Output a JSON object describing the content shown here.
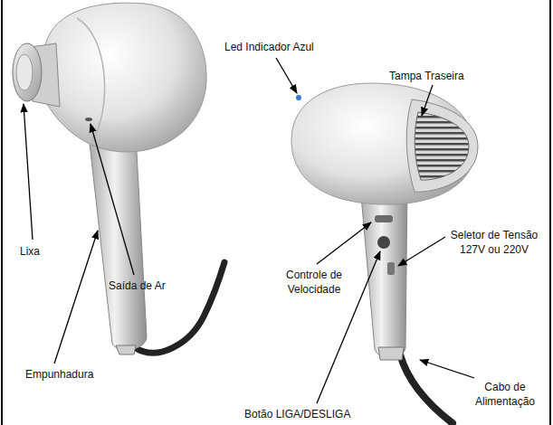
{
  "diagram": {
    "labels": [
      "Lixa",
      "Saída de Ar",
      "Empunhadura",
      "Led Indicador Azul",
      "Tampa Traseira",
      "Seletor de Tensão 127V ou 220V",
      "Controle de Velocidade",
      "Botão LIGA/DESLIGA",
      "Cabo de Alimentação"
    ]
  }
}
